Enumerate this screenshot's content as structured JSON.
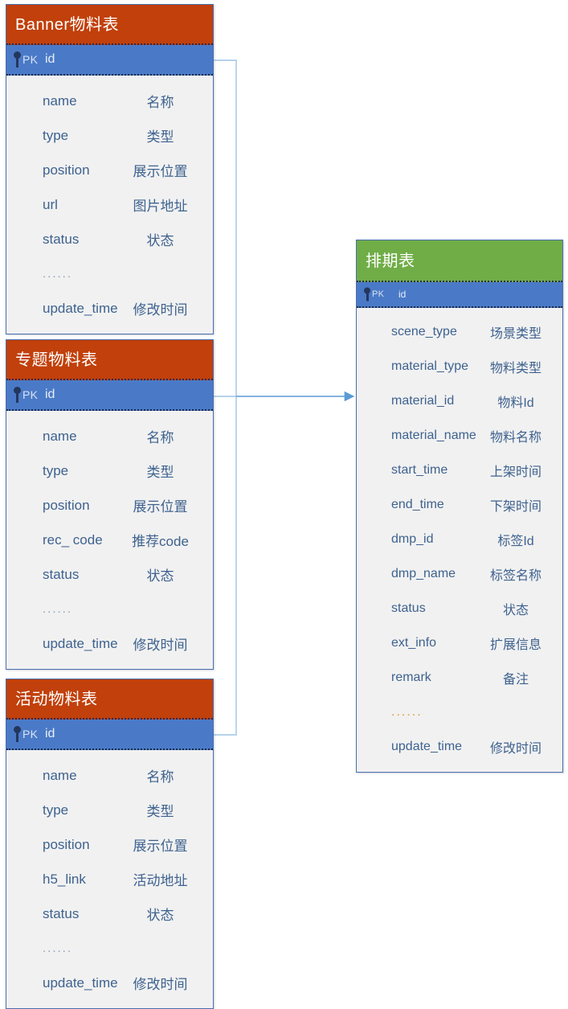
{
  "diagram": {
    "title": "material-scheduling-er-diagram",
    "colors": {
      "header_orange": "#c1400b",
      "header_green": "#70ad47",
      "pk_blue": "#4a7ac7",
      "body_gray": "#f1f1f1",
      "border_blue": "#4a6fae",
      "text_blue": "#3e628f",
      "connector_blue": "#5b9bd5",
      "ellipsis_orange": "#e09b3d"
    },
    "pk_badge": "PK",
    "key_icon": "key-icon"
  },
  "entities": [
    {
      "id": "banner",
      "title": "Banner物料表",
      "header_color": "orange",
      "pk": {
        "badge": "PK",
        "field": "id"
      },
      "fields": [
        {
          "name": "name",
          "desc": "名称"
        },
        {
          "name": "type",
          "desc": "类型"
        },
        {
          "name": "position",
          "desc": "展示位置"
        },
        {
          "name": "url",
          "desc": "图片地址"
        },
        {
          "name": "status",
          "desc": "状态"
        },
        {
          "name": "......",
          "desc": "",
          "ellipsis": true
        },
        {
          "name": "update_time",
          "desc": "修改时间"
        }
      ]
    },
    {
      "id": "topic",
      "title": "专题物料表",
      "header_color": "orange",
      "pk": {
        "badge": "PK",
        "field": "id"
      },
      "fields": [
        {
          "name": "name",
          "desc": "名称"
        },
        {
          "name": "type",
          "desc": "类型"
        },
        {
          "name": "position",
          "desc": "展示位置"
        },
        {
          "name": "rec_ code",
          "desc": "推荐code"
        },
        {
          "name": "status",
          "desc": "状态"
        },
        {
          "name": "......",
          "desc": "",
          "ellipsis": true
        },
        {
          "name": "update_time",
          "desc": "修改时间"
        }
      ]
    },
    {
      "id": "activity",
      "title": "活动物料表",
      "header_color": "orange",
      "pk": {
        "badge": "PK",
        "field": "id"
      },
      "fields": [
        {
          "name": "name",
          "desc": "名称"
        },
        {
          "name": "type",
          "desc": "类型"
        },
        {
          "name": "position",
          "desc": "展示位置"
        },
        {
          "name": "h5_link",
          "desc": "活动地址"
        },
        {
          "name": "status",
          "desc": "状态"
        },
        {
          "name": "......",
          "desc": "",
          "ellipsis": true
        },
        {
          "name": "update_time",
          "desc": "修改时间"
        }
      ]
    },
    {
      "id": "schedule",
      "title": "排期表",
      "header_color": "green",
      "pk": {
        "badge": "PK",
        "field": "id"
      },
      "fields": [
        {
          "name": "scene_type",
          "desc": "场景类型"
        },
        {
          "name": "material_type",
          "desc": "物料类型"
        },
        {
          "name": "material_id",
          "desc": "物料Id"
        },
        {
          "name": "material_name",
          "desc": "物料名称"
        },
        {
          "name": "start_time",
          "desc": "上架时间"
        },
        {
          "name": "end_time",
          "desc": "下架时间"
        },
        {
          "name": "dmp_id",
          "desc": "标签Id"
        },
        {
          "name": "dmp_name",
          "desc": "标签名称"
        },
        {
          "name": "status",
          "desc": "状态"
        },
        {
          "name": "ext_info",
          "desc": "扩展信息"
        },
        {
          "name": "remark",
          "desc": "备注"
        },
        {
          "name": "......",
          "desc": "",
          "ellipsis": true,
          "ellipsis_color": "orange"
        },
        {
          "name": "update_time",
          "desc": "修改时间"
        }
      ]
    }
  ],
  "relationships": [
    {
      "from": "banner",
      "to": "schedule",
      "label": ""
    },
    {
      "from": "topic",
      "to": "schedule",
      "label": ""
    },
    {
      "from": "activity",
      "to": "schedule",
      "label": ""
    }
  ]
}
